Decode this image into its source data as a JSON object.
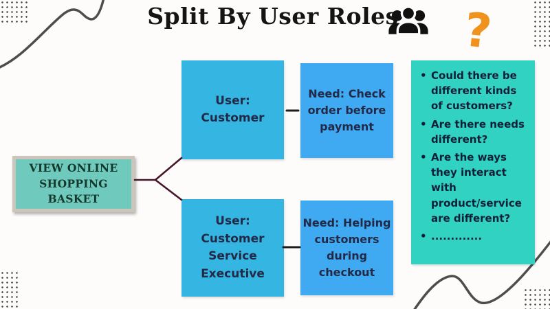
{
  "title": "Split By User Roles",
  "icons": {
    "group": "group-of-people-icon",
    "question_mark_char": "?"
  },
  "root_box": {
    "label": "VIEW ONLINE\nSHOPPING\nBASKET"
  },
  "branches": [
    {
      "user": "User:\nCustomer",
      "need": "Need: Check\norder before\npayment"
    },
    {
      "user": "User:\nCustomer\nService\nExecutive",
      "need": "Need: Helping\ncustomers\nduring\ncheckout"
    }
  ],
  "questions": {
    "items": [
      "Could there be different kinds of customers?",
      "Are there needs different?",
      "Are the ways they interact with product/service are different?",
      "............."
    ]
  },
  "colors": {
    "background": "#fdfcfa",
    "user_box": "#35b5e2",
    "need_box": "#3fa9f2",
    "questions_box": "#32d2c3",
    "root_box_fill": "#6fcabd",
    "root_box_border": "#ccc5bc",
    "question_mark": "#f0921e",
    "branch_connector": "#47152b",
    "dash_connector": "#1c1c1c",
    "box_text": "#232a47",
    "root_text": "#14382c",
    "wave": "#4d4d4d"
  }
}
